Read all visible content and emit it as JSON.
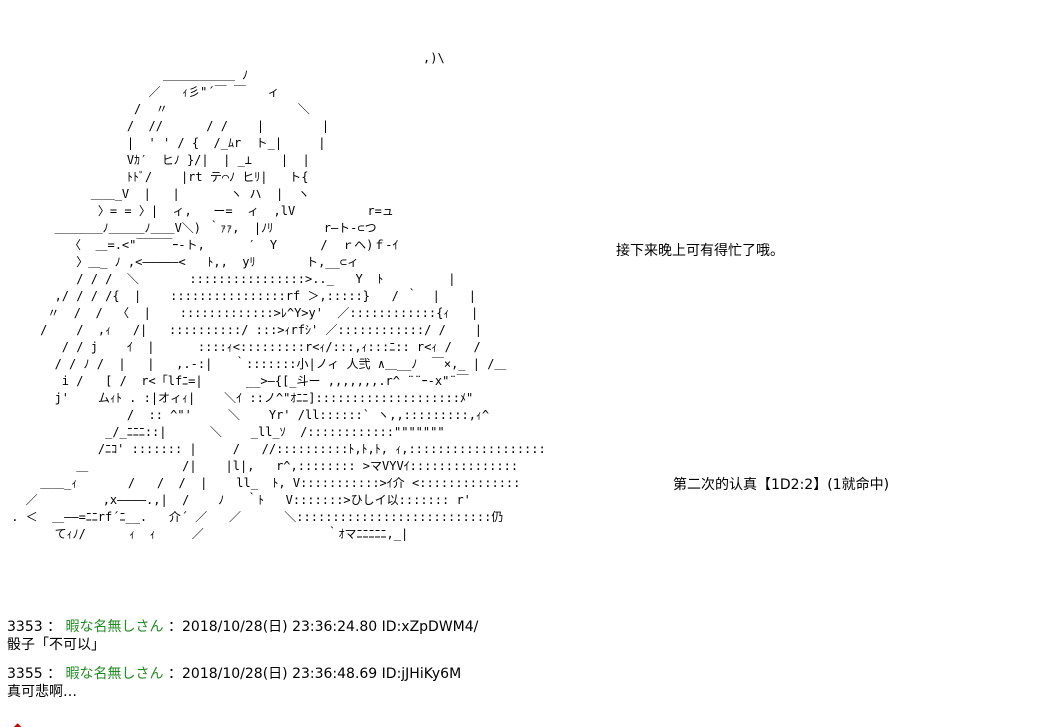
{
  "ascii_art": "                                                          ,)\\\n                      ＿＿＿＿＿＿ ﾉ\n                    ／   ｨ彡\"´￣ ￣   ィ\n                  /  〃                  ＼\n                 /  //      / /    |        |\n                 |  ' ' / {  /_ﾑr  ト_|     |\n                 Vｶ′  ヒﾉ }/|  | _⊥    |  |\n                 ﾄﾄﾞ/    |rt テ⌒ﾉ ヒﾘ|   ト{\n            ＿＿_V  |   |       ヽ ハ  |  ヽ\n             〉= = 〉|  ィ,   ー=  ィ  ,lV          r=ュ\n       ＿＿＿＿ﾉ＿＿＿ﾉ＿＿V＼) ｀ｧｧ,  |ﾉﾘ       r―ト-⊂つ\n         〈  ＿=.<\"￣￣￣ｰ-ト,      ′  Y      /  ｒヘ)ｆ-ｲ\n          〉＿_ ﾉ ,<―――――<   ﾄ,,  yﾘ       ト,__⊂ィ\n          / / /  ＼       ::::::::::::::::>.._   Y  ﾄ         |\n       ,/ / / /{  |    ::::::::::::::::rf ＞,:::::}   / ｀  |    |\n      〃  /  /  〈  |    :::::::::::::>ﾚ^Y>y'  ／::::::::::::{ｨ   |\n     /    /  ,ｨ   /|   ::::::::::/ :::>ｨrfｼ' ／::::::::::::/ /    |\n        / / j    ｲ  |      ::::ｨ<:::::::::r<ｨ/:::,ｨ:::ﾆ:: r<ｨ /   /\n       / / ﾉ /  |   |   ,.-:|   ｀:::::::小|ノィ 人弐 ∧＿__ﾉ  ￣×,_ | /＿\n        i /   [ /  r<「lfﾆ=|      __>―{[_斗ー ,,,,,,,.r^ ¨¨ｰ-x\"¨￣\n       j'    ムｨﾄ . :|オィｨ|    ＼ｲ ::ノ^\"ｵﾆﾆ]::::::::::::::::::::ﾒ\"\n                 /  :: ^\"'     ＼    Yr' /ll::::::` ヽ,,:::::::::,ｨ^\n              _/_ﾆﾆﾆ::|      ＼    _ll_ｿ  /::::::::::::\"\"\"\"\"\"\"\n             /ﾆｺ' ::::::: |     /   //::::::::::ﾄ,ﾄ,ﾄ, ｨ,:::::::::::::::::::\n          ＿             /|    |l|,   r^,:::::::: >マVYVｲ:::::::::::::::\n     ＿＿_ｨ       /   /  /  |    ll_  ﾄ, V:::::::::::>ｲ介 <::::::::::::::\n   ／         ,x――――.,|  /    ﾉ   ｀ﾄ   V:::::::>ひしイ以::::::: r'\n . ＜  ＿――=ﾆﾆrf´ﾆ__.   介´ ／   ／      ＼:::::::::::::::::::::::::::仍\n       てｨﾉ/      ｨ  ｨ     ／                 ｀ｵマﾆﾆﾆﾆﾆ,_|",
  "narration": "接下来晚上可有得忙了哦。",
  "dice": "第二次的认真【1D2:2】(1就命中)",
  "posts": [
    {
      "number": "3353",
      "separator": "：",
      "name": "暇な名無しさん",
      "meta": "：2018/10/28(日) 23:36:24.80 ID:xZpDWM4/",
      "body": "骰子「不可以」"
    },
    {
      "number": "3355",
      "separator": "：",
      "name": "暇な名無しさん",
      "meta": "：2018/10/28(日) 23:36:48.69 ID:jJHiKy6M",
      "body": "真可悲啊…"
    }
  ],
  "colors": {
    "name": "#228b22",
    "text": "#000000",
    "background": "#ffffff"
  }
}
